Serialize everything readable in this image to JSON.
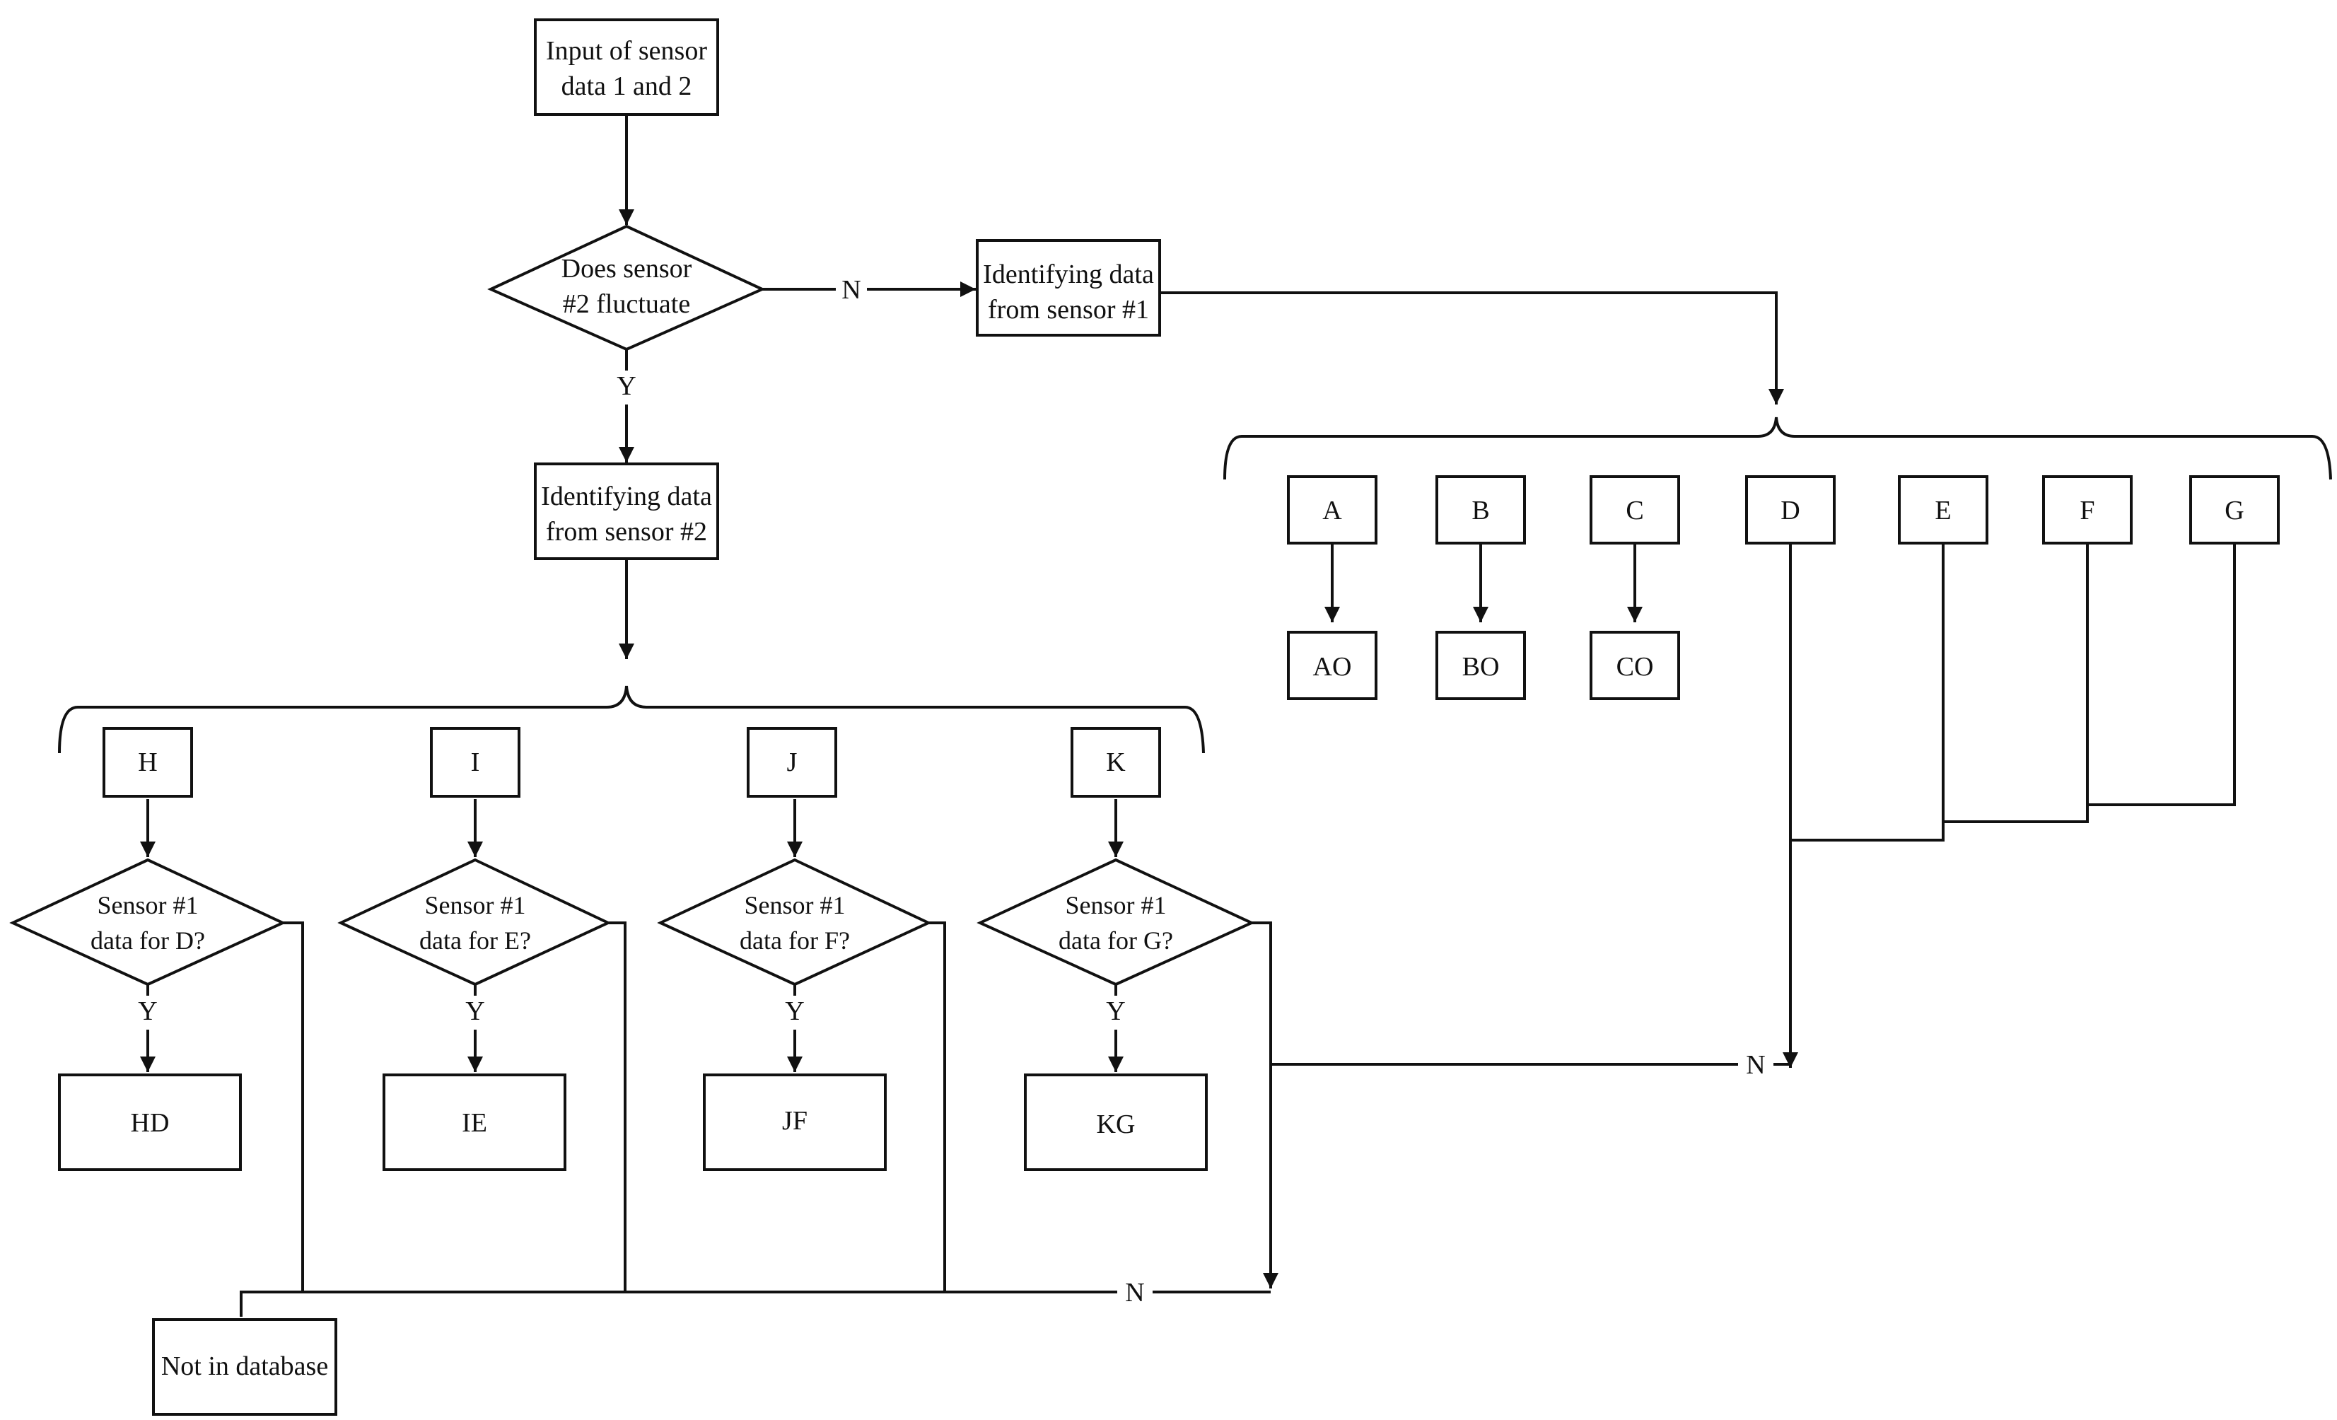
{
  "nodes": {
    "input": [
      "Input of sensor",
      "data 1 and 2"
    ],
    "decision_fluctuate": [
      "Does sensor",
      "#2 fluctuate"
    ],
    "identify_s1": [
      "Identifying data",
      "from sensor #1"
    ],
    "identify_s2": [
      "Identifying data",
      "from sensor #2"
    ],
    "sensor1_categories": [
      "A",
      "B",
      "C",
      "D",
      "E",
      "F",
      "G"
    ],
    "sensor1_outputs": [
      "AO",
      "BO",
      "CO"
    ],
    "sensor2_categories": [
      "H",
      "I",
      "J",
      "K"
    ],
    "sensor2_checks": [
      [
        "Sensor #1",
        "data for D?"
      ],
      [
        "Sensor #1",
        "data for E?"
      ],
      [
        "Sensor #1",
        "data for F?"
      ],
      [
        "Sensor #1",
        "data for G?"
      ]
    ],
    "sensor2_outputs": [
      "HD",
      "IE",
      "JF",
      "KG"
    ],
    "not_in_database": "Not in database"
  },
  "edge_labels": {
    "yes": "Y",
    "no": "N"
  }
}
